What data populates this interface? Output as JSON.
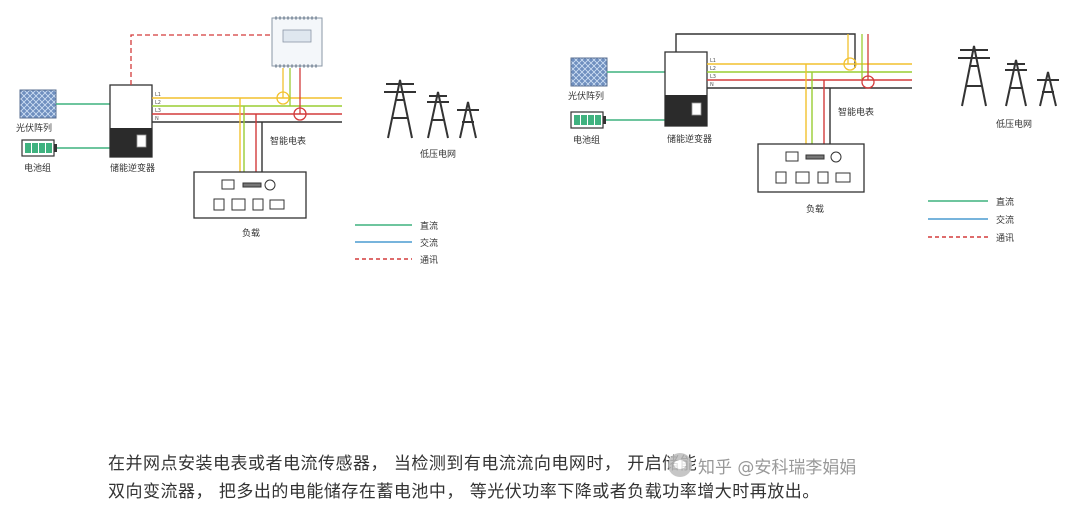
{
  "left_diagram": {
    "pv_label": "光伏阵列",
    "battery_label": "电池组",
    "inverter_label": "储能逆变器",
    "meter_label": "智能电表",
    "grid_label": "低压电网",
    "load_label": "负载",
    "phase_labels": [
      "L1",
      "L2",
      "L3",
      "N"
    ],
    "legend": [
      "直流",
      "交流",
      "通讯"
    ]
  },
  "right_diagram": {
    "pv_label": "光伏阵列",
    "battery_label": "电池组",
    "inverter_label": "储能逆变器",
    "meter_label": "智能电表",
    "grid_label": "低压电网",
    "load_label": "负载",
    "phase_labels": [
      "L1",
      "L2",
      "L3",
      "N"
    ],
    "legend": [
      "直流",
      "交流",
      "通讯"
    ]
  },
  "colors": {
    "dc": "#3fb27f",
    "ac": "#4a9bd1",
    "comm": "#d33b3b",
    "L1": "#f2c12e",
    "L2": "#9acd32",
    "L3": "#d33b3b",
    "N": "#333333"
  },
  "caption": {
    "line1": "在并网点安装电表或者电流传感器， 当检测到有电流流向电网时， 开启储能",
    "line2": "双向变流器， 把多出的电能储存在蓄电池中， 等光伏功率下降或者负载功率增大时再放出。"
  },
  "watermark": {
    "text": "知乎 @安科瑞李娟娟"
  }
}
